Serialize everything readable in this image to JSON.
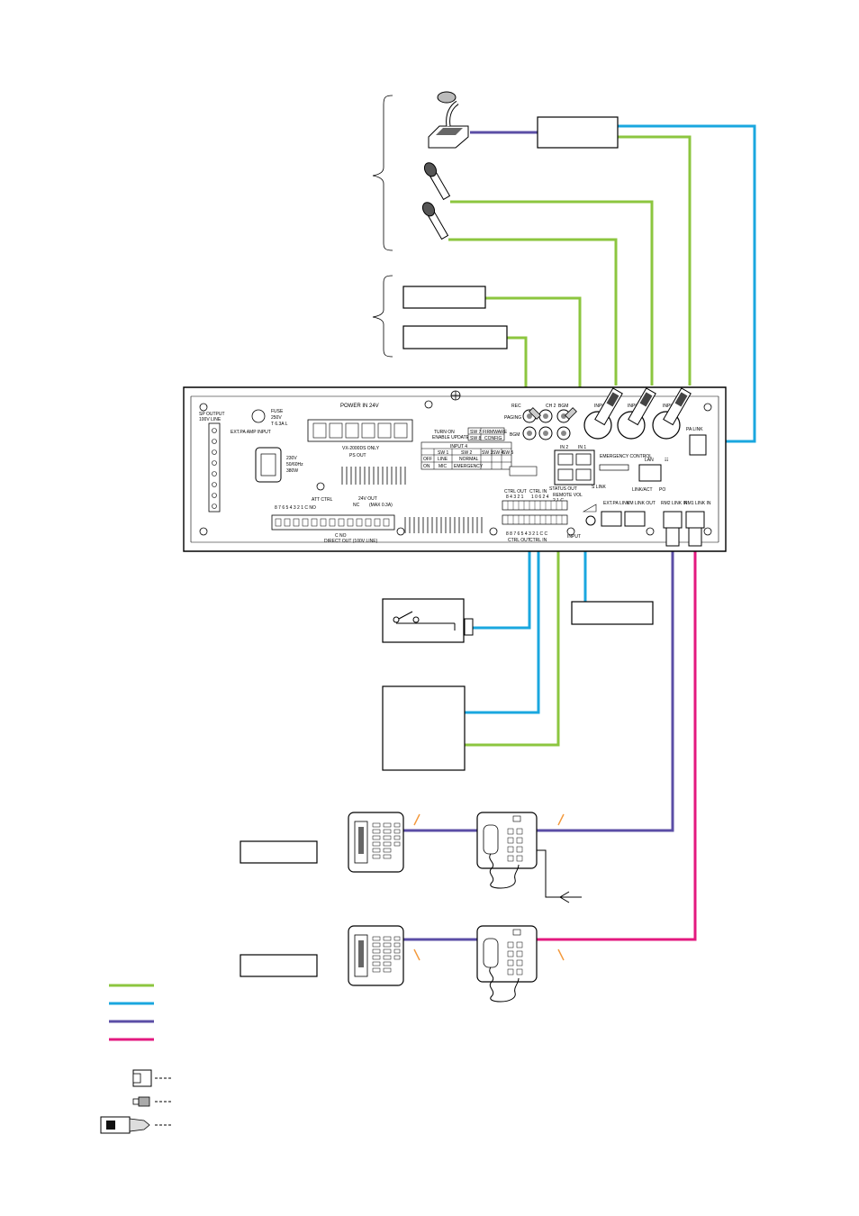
{
  "panel_labels": {
    "sp_output": "SP OUTPUT",
    "line_100v": "100V LINE",
    "ext_pa_amp_input": "EXT.PA AMP INPUT",
    "fuse": "FUSE",
    "fuse_voltage": "250V",
    "fuse_rating": "T 6.3A L",
    "power_in": "POWER IN 24V",
    "vx_only": "VX-2000DS ONLY",
    "ps_out": "PS OUT",
    "mains_v": "230V",
    "mains_hz": "50/60Hz",
    "mains_w": "380W",
    "att_ctrl": "ATT CTRL",
    "att_numbers": "8 7 6 5 4 3 2 1 C NO",
    "out_24v": "24V OUT",
    "out_max": "(MAX 0.3A)",
    "nc": "NC",
    "direct_out": "DIRECT OUT (100V LINE)",
    "c_no": "C NO",
    "turn_on": "TURN ON",
    "enable_update": "ENABLE UPDATE",
    "sw7": "SW 7",
    "firmware": "FIRMWARE",
    "sw8": "SW 8",
    "config": "CONFIG",
    "input4": "INPUT 4",
    "sw1": "SW 1",
    "sw2": "SW 2",
    "sw3": "SW 3",
    "sw4": "SW 4",
    "sw5": "SW 5",
    "sw6": "SW 6",
    "off": "OFF",
    "on": "ON",
    "line": "LINE",
    "mic": "MIC",
    "normal": "NORMAL",
    "emergency": "EMERGENCY",
    "rec": "REC",
    "paging": "PAGING",
    "bgm": "BGM",
    "ch2": "CH 2",
    "in2": "IN 2",
    "in1": "IN 1",
    "emergency_control": "EMERGENCY CONTROL",
    "lan": "LAN",
    "link_act": "LINK/ACT",
    "po": "PO",
    "pa_link": "PA LINK",
    "ctrl_out": "CTRL OUT",
    "ctrl_in": "CTRL IN",
    "status_out": "STATUS OUT",
    "remote_vol": "REMOTE VOL",
    "ctrl_out_nums": "8 4 3 2 1",
    "ctrl_in_nums": "1 0 6 2 4",
    "status_nums": "2 1 C",
    "bottom_nums": "8 8 7 6 5 4 3 2 1 C C",
    "input": "INPUT",
    "ext_pa_link": "EXT.PA LINK",
    "vm_link_out": "VM LINK OUT",
    "rm2_link_in": "RM2 LINK IN",
    "rm1_link_in": "RM1 LINK IN",
    "input_partial": "INPU",
    "s_link": "S LINK"
  },
  "colors": {
    "green": "#8cc63f",
    "blue": "#1aa7df",
    "purple": "#5b4ea6",
    "pink": "#e3197f",
    "orange": "#f39a3d"
  },
  "icons": [
    "desk-microphone-icon",
    "handheld-microphone-icon",
    "switch-contact-icon",
    "rj45-connector-icon",
    "rca-plug-icon",
    "xlr-plug-icon",
    "remote-microphone-station-icon",
    "speaker-arrow-icon"
  ]
}
